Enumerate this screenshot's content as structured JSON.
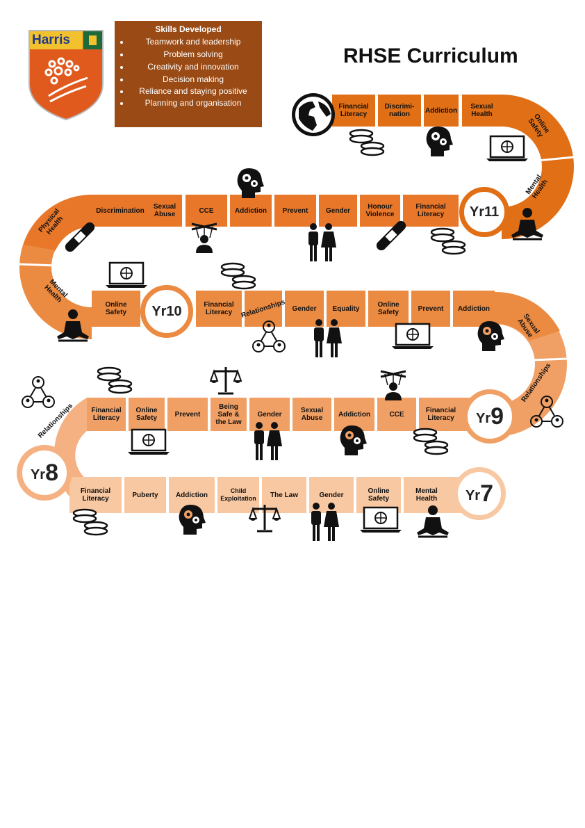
{
  "title": "RHSE Curriculum",
  "logo": {
    "text": "Harris"
  },
  "skills": {
    "heading": "Skills Developed",
    "items": [
      "Teamwork and leadership",
      "Problem solving",
      "Creativity and innovation",
      "Decision making",
      "Reliance and staying positive",
      "Planning and organisation"
    ]
  },
  "colors": {
    "yr7": "#f8c8a2",
    "yr8": "#f6b183",
    "yr9": "#f1a065",
    "yr10": "#eb8a41",
    "yr11": "#e06f16",
    "brown": "#9a4a14"
  },
  "years": {
    "yr7": {
      "prefix": "Yr",
      "num": "7"
    },
    "yr8": {
      "prefix": "Yr",
      "num": "8"
    },
    "yr9": {
      "prefix": "Yr",
      "num": "9"
    },
    "yr10": {
      "label": "Yr10"
    },
    "yr11": {
      "label": "Yr11"
    }
  },
  "row_yr7": [
    "Financial Literacy",
    "Puberty",
    "Addiction",
    "Child Exploitation",
    "The Law",
    "Gender",
    "Online Safety",
    "Mental Health"
  ],
  "row_yr8": [
    "Relationships",
    "Financial Literacy",
    "Online Safety",
    "Prevent",
    "Being Safe & the Law",
    "Gender",
    "Sexual Abuse",
    "Addiction",
    "CCE",
    "Financial Literacy"
  ],
  "row_yr9_curve": [
    "Relationships",
    "Sexual Abuse"
  ],
  "row_yr10": [
    "Online Safety",
    "Financial Literacy",
    "Relationships",
    "Gender",
    "Equality",
    "Online Safety",
    "Prevent",
    "Addiction"
  ],
  "row_yr10_curve": [
    "Mental Health",
    "Physical Health"
  ],
  "row_yr11": [
    "Discrimination",
    "Sexual Abuse",
    "CCE",
    "Addiction",
    "Prevent",
    "Gender",
    "Honour Violence",
    "Financial Literacy"
  ],
  "row_yr11_curve": [
    "Mental Health",
    "Online Safety"
  ],
  "row_top": [
    "Financial Literacy",
    "Discrimi-nation",
    "Addiction",
    "Sexual Health"
  ]
}
